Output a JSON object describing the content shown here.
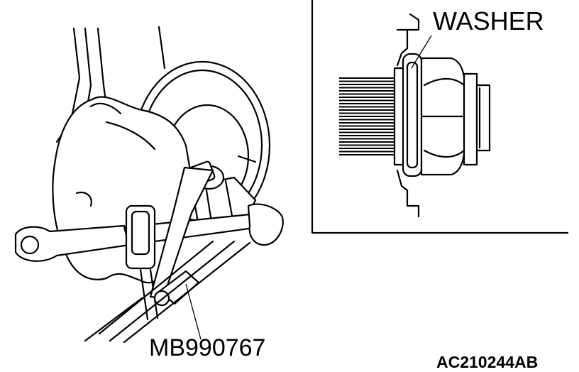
{
  "labels": {
    "washer": "WASHER",
    "tool": "MB990767",
    "figure_code": "AC210244AB"
  }
}
